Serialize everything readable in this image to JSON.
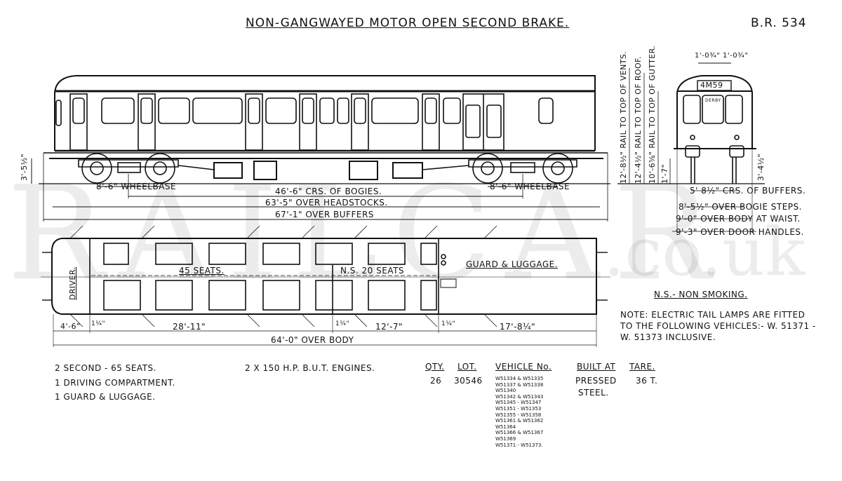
{
  "header": {
    "title": "NON-GANGWAYED MOTOR OPEN SECOND BRAKE.",
    "diagram_ref": "B.R. 534"
  },
  "watermark": {
    "main": "RAILCAR",
    "suffix": ".co.uk"
  },
  "side_elevation": {
    "height_label": "3'-5½\"",
    "wheelbase_left": "8'-6\" WHEELBASE",
    "wheelbase_right": "8'-6\" WHEELBASE",
    "bogie_centres": "46'-6\" CRS. OF BOGIES.",
    "over_headstocks": "63'-5\" OVER HEADSTOCKS.",
    "over_buffers": "67'-1\" OVER BUFFERS"
  },
  "end_elevation": {
    "headcode": "4M59",
    "destination": "DERBY",
    "top_dims": "1'-0¾\" 1'-0¾\"",
    "vents": "12'-8½\" RAIL TO TOP OF VENTS.",
    "roof": "12'-4½\" RAIL TO TOP OF ROOF.",
    "gutter": "10'-6⅝\" RAIL TO TOP OF GUTTER.",
    "step_height": "1'-7\"",
    "buffer_height": "3'-4½\"",
    "buffers": "5' 8½\" CRS. OF BUFFERS.",
    "steps": "8'-5½\" OVER BOGIE STEPS.",
    "waist": "9'-0\" OVER BODY AT WAIST.",
    "handles": "9'-3\" OVER DOOR HANDLES."
  },
  "plan": {
    "driver": "DRIVER.",
    "seats_45": "45 SEATS.",
    "seats_ns": "N.S. 20 SEATS",
    "guard": "GUARD & LUGGAGE.",
    "dim_cab": "4'-6\"",
    "dim_door1": "1¼\"",
    "dim_saloon": "28'-11\"",
    "dim_door2": "1¼\"",
    "dim_ns": "12'-7\"",
    "dim_door3": "1¼\"",
    "dim_guard": "17'-8¼\"",
    "over_body": "64'-0\" OVER BODY"
  },
  "notes": {
    "ns": "N.S.- NON SMOKING.",
    "lamps_1": "NOTE: ELECTRIC TAIL LAMPS ARE FITTED",
    "lamps_2": "TO THE FOLLOWING VEHICLES:- W. 51371 -",
    "lamps_3": "W. 51373 INCLUSIVE."
  },
  "summary": {
    "items": [
      "2 SECOND - 65 SEATS.",
      "1 DRIVING COMPARTMENT.",
      "1 GUARD & LUGGAGE."
    ],
    "engines": "2 X 150 H.P. B.U.T. ENGINES.",
    "qty_head": "QTY.",
    "lot_head": "LOT.",
    "vehicle_head": "VEHICLE No.",
    "built_head": "BUILT AT",
    "tare_head": "TARE.",
    "qty": "26",
    "lot": "30546",
    "vehicles": [
      "W51334 & W51335",
      "W51337 & W51338",
      "W51340",
      "W51342 & W51343",
      "W51345 - W51347",
      "W51351 - W51353",
      "W51355 - W51358",
      "W51361 & W51362",
      "W51364",
      "W51366 & W51367",
      "W51369",
      "W51371 - W51373."
    ],
    "built_1": "PRESSED",
    "built_2": "STEEL.",
    "tare": "36 T."
  }
}
